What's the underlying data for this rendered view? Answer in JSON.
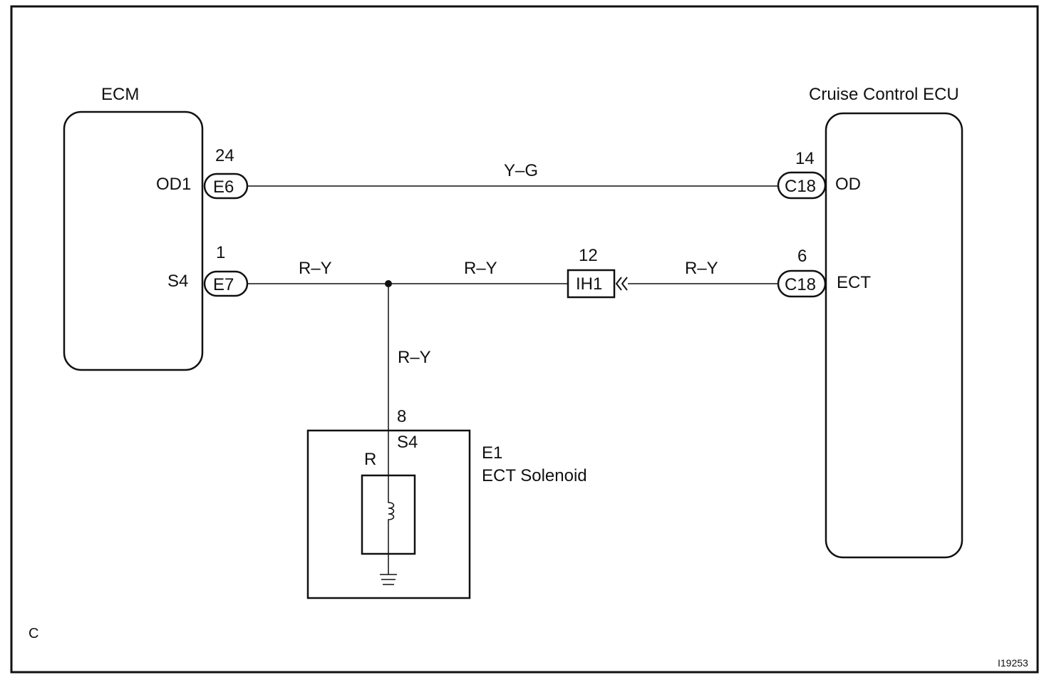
{
  "ecm": {
    "title": "ECM",
    "pins": [
      {
        "signal": "OD1",
        "connector": "E6",
        "pin": "24"
      },
      {
        "signal": "S4",
        "connector": "E7",
        "pin": "1"
      }
    ]
  },
  "cruise_ecu": {
    "title": "Cruise Control ECU",
    "pins": [
      {
        "signal": "OD",
        "connector": "C18",
        "pin": "14"
      },
      {
        "signal": "ECT",
        "connector": "C18",
        "pin": "6"
      }
    ]
  },
  "wires": {
    "od_line": "Y–G",
    "ecm_to_junction": "R–Y",
    "junction_to_ih1": "R–Y",
    "ih1_to_ecu": "R–Y",
    "junction_to_solenoid": "R–Y"
  },
  "junction_connector": {
    "connector": "IH1",
    "pin": "12"
  },
  "solenoid": {
    "connector": "E1",
    "name": "ECT Solenoid",
    "pin": "8",
    "signal": "S4",
    "component": "R"
  },
  "corner_code": "C",
  "figure_id": "I19253"
}
